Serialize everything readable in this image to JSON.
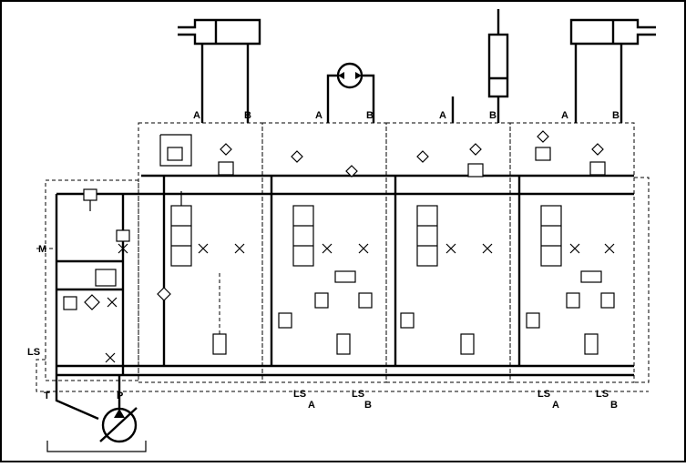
{
  "diagram": {
    "pump_labels": {
      "tank": "T",
      "pressure": "P"
    },
    "side_labels": {
      "gauge": "M",
      "load_sense": "LS"
    },
    "sections": [
      {
        "port_a": "A",
        "port_b": "B"
      },
      {
        "port_a": "A",
        "port_b": "B",
        "bottom_ls": "LS",
        "bottom_a": "A",
        "bottom_ls2": "LS",
        "bottom_b": "B"
      },
      {
        "port_a": "A",
        "port_b": "B"
      },
      {
        "port_a": "A",
        "port_b": "B",
        "bottom_ls": "LS",
        "bottom_a": "A",
        "bottom_ls2": "LS",
        "bottom_b": "B"
      }
    ]
  }
}
